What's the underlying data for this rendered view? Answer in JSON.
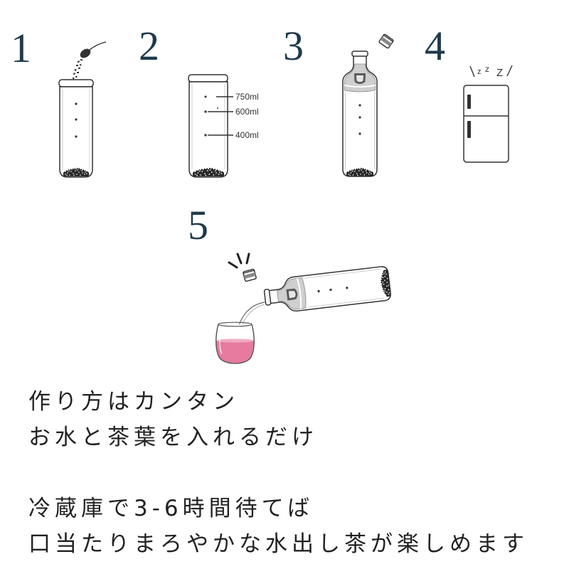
{
  "steps": [
    {
      "number": "1",
      "icon": "tea-scoop-bottle-icon"
    },
    {
      "number": "2",
      "icon": "measured-water-bottle-icon",
      "measurements": [
        "750ml",
        "600ml",
        "400ml"
      ]
    },
    {
      "number": "3",
      "icon": "filter-cap-bottle-icon"
    },
    {
      "number": "4",
      "icon": "refrigerator-icon",
      "sleep_marks": [
        "z",
        "z",
        "Z"
      ]
    },
    {
      "number": "5",
      "icon": "pour-into-glass-icon"
    }
  ],
  "instructions": {
    "lines": [
      "作り方はカンタン",
      "お水と茶葉を入れるだけ",
      "冷蔵庫で3-6時間待てば",
      "口当たりまろやかな水出し茶が楽しめます"
    ]
  },
  "colors": {
    "numeral": "#1f3a4c",
    "ink": "#333333",
    "tea": "#e67a9f",
    "tea_surface": "#f2a9c2"
  }
}
